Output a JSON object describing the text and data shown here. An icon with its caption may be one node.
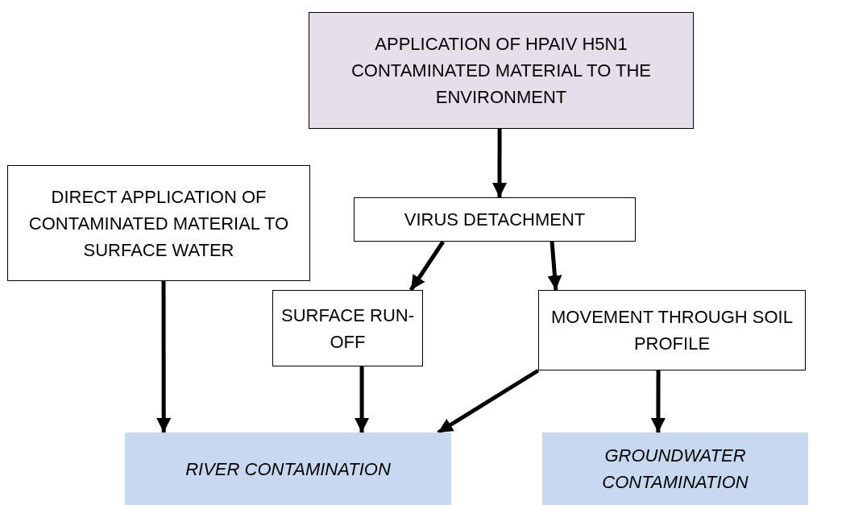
{
  "diagram": {
    "nodes": [
      {
        "text": [
          "APPLICATION OF HPAIV H5N1 CONTAMINATED MATERIAL TO THE ENVIRONMENT"
        ]
      },
      {
        "text": [
          "DIRECT APPLICATION OF CONTAMINATED MATERIAL TO SURFACE WATER"
        ]
      },
      {
        "text": [
          "VIRUS DETACHMENT"
        ]
      },
      {
        "text": [
          "SURFACE RUN-OFF"
        ]
      },
      {
        "text": [
          "MOVEMENT THROUGH SOIL PROFILE"
        ]
      },
      {
        "text": [
          "RIVER CONTAMINATION"
        ]
      },
      {
        "text": [
          "GROUNDWATER CONTAMINATION"
        ]
      }
    ],
    "edges": [
      {
        "from": 0,
        "to": 2,
        "arrow": "to"
      },
      {
        "from": 1,
        "to": 5,
        "arrow": "to"
      },
      {
        "from": 2,
        "to": 3,
        "arrow": "to"
      },
      {
        "from": 2,
        "to": 4,
        "arrow": "to"
      },
      {
        "from": 3,
        "to": 5,
        "arrow": "to"
      },
      {
        "from": 4,
        "to": 5,
        "arrow": "to"
      },
      {
        "from": 4,
        "to": 6,
        "arrow": "to"
      }
    ]
  }
}
